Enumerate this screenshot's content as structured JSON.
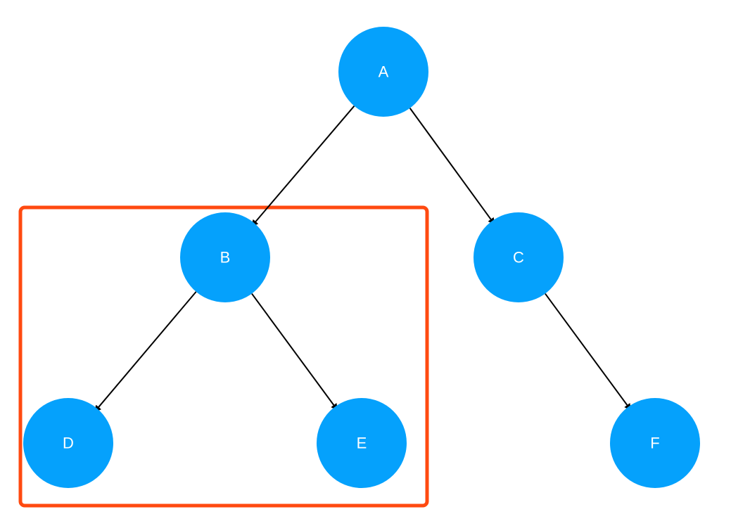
{
  "colors": {
    "node_fill": "#05A1FC",
    "node_text": "#ffffff",
    "edge": "#000000",
    "highlight": "#FF4A10"
  },
  "nodes": [
    {
      "id": "A",
      "label": "A"
    },
    {
      "id": "B",
      "label": "B"
    },
    {
      "id": "C",
      "label": "C"
    },
    {
      "id": "D",
      "label": "D"
    },
    {
      "id": "E",
      "label": "E"
    },
    {
      "id": "F",
      "label": "F"
    }
  ],
  "edges": [
    {
      "from": "A",
      "to": "B"
    },
    {
      "from": "A",
      "to": "C"
    },
    {
      "from": "B",
      "to": "D"
    },
    {
      "from": "B",
      "to": "E"
    },
    {
      "from": "C",
      "to": "F"
    }
  ],
  "highlight": {
    "contains": [
      "B",
      "D",
      "E"
    ]
  }
}
